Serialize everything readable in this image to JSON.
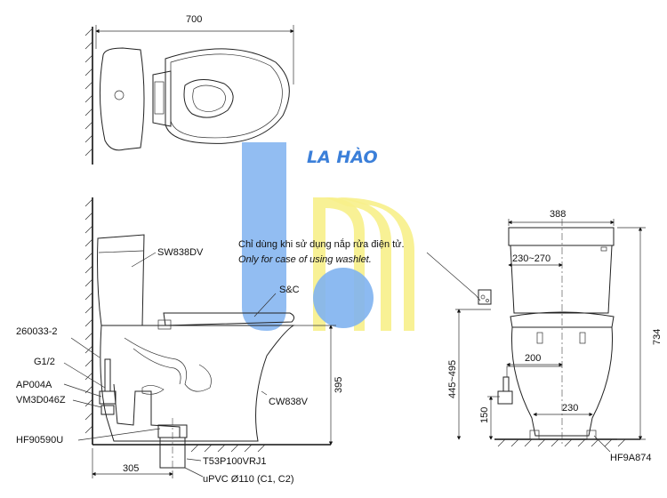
{
  "watermark": {
    "text": "LA HÀO",
    "colors": {
      "blue": "#7fb2f0",
      "yellow": "#f7f08a",
      "text": "#3b7fd9"
    }
  },
  "top_view": {
    "width_dim": "700"
  },
  "side_view": {
    "callouts": {
      "tank": "SW838DV",
      "seat": "S&C",
      "bowl": "CW838V",
      "part_260033": "260033-2",
      "g12": "G1/2",
      "ap004a": "AP004A",
      "vm3d": "VM3D046Z",
      "hf90590u": "HF90590U",
      "t53": "T53P100VRJ1",
      "upvc": "uPVC Ø110 (C1, C2)"
    },
    "note_vi": "Chỉ dùng khi sử dụng nắp rửa điện tử.",
    "note_en": "Only for case of using washlet.",
    "dims": {
      "height_395": "395",
      "offset_305": "305"
    }
  },
  "front_view": {
    "dims": {
      "width": "388",
      "inlet_range": "230~270",
      "height_734": "734",
      "range_445_495": "445~495",
      "d200": "200",
      "d150": "150",
      "d230": "230"
    },
    "part_hf9a874": "HF9A874"
  }
}
